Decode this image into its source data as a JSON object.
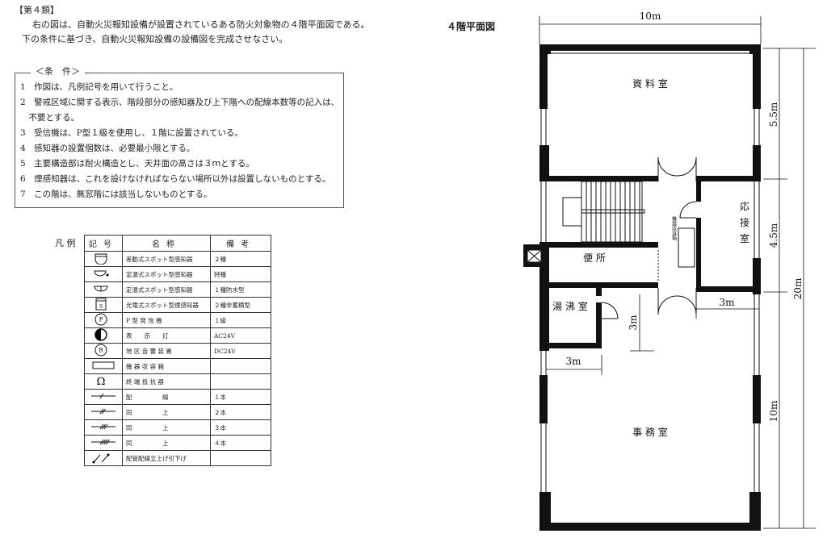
{
  "question": {
    "heading": "【第４類】",
    "line1": "右の図は、自動火災報知設備が設置されているある防火対象物の４階平面図である。",
    "line2": "下の条件に基づき、自動火災報知設備の設備図を完成させなさい。"
  },
  "conditions": {
    "title": "＜条　件＞",
    "items": [
      "1　作図は、凡例記号を用いて行うこと。",
      "2　警戒区域に関する表示、階段部分の感知器及び上下階への配線本数等の記入は、",
      "　不要とする。",
      "3　受信機は、P型１級を使用し、１階に設置されている。",
      "4　感知器の設置個数は、必要最小限とする。",
      "5　主要構造部は耐火構造とし、天井面の高さは３ｍとする。",
      "6　煙感知器は、これを設けなければならない場所以外は設置しないものとする。",
      "7　この階は、無窓階には該当しないものとする。"
    ]
  },
  "legend": {
    "label": "凡 例",
    "headers": [
      "記号",
      "名称",
      "備考"
    ],
    "rows": [
      {
        "icon": "differential-spot-detector-icon",
        "name": "差動式スポット型感知器",
        "note": "２種"
      },
      {
        "icon": "fixed-temp-spot-detector-icon",
        "name": "定温式スポット型感知器",
        "note": "特種"
      },
      {
        "icon": "fixed-temp-waterproof-detector-icon",
        "name": "定温式スポット型感知器",
        "note": "１種防水型"
      },
      {
        "icon": "photoelectric-smoke-detector-icon",
        "name": "光電式スポット型煙感知器",
        "note": "２種非蓄積型"
      },
      {
        "icon": "p-type-manual-alarm-icon",
        "name": "P 型 発 信 機",
        "note": "１級"
      },
      {
        "icon": "indicator-lamp-icon",
        "name": "表　　示　　灯",
        "note": "AC24V"
      },
      {
        "icon": "area-bell-icon",
        "name": "地 区 音 響 装 置",
        "note": "DC24V"
      },
      {
        "icon": "equipment-box-icon",
        "name": "機 器 収 容 箱",
        "note": ""
      },
      {
        "icon": "terminal-resistor-icon",
        "name": "終 端 抵 抗 器",
        "note": ""
      },
      {
        "icon": "wiring-1-icon",
        "name": "配　　　　　線",
        "note": "１本"
      },
      {
        "icon": "wiring-2-icon",
        "name": "同　　　　　上",
        "note": "２本"
      },
      {
        "icon": "wiring-3-icon",
        "name": "同　　　　　上",
        "note": "３本"
      },
      {
        "icon": "wiring-4-icon",
        "name": "同　　　　　上",
        "note": "４本"
      },
      {
        "icon": "riser-icon",
        "name": "配管配線立上げ引下げ",
        "note": ""
      }
    ]
  },
  "plan": {
    "title": "４階平面図",
    "rooms": {
      "archive": "資 料 室",
      "reception": [
        "応",
        "接",
        "室"
      ],
      "toilet": "便 所",
      "kitchen": "湯 沸 室",
      "office": "事 務 室",
      "box": "機器収容箱"
    },
    "dims": {
      "width": "10m",
      "d1": "5.5m",
      "d2": "4.5m",
      "d3": "10m",
      "total": "20m",
      "reception_w": "3m",
      "kitchen_h": "3m",
      "kitchen_w": "3m"
    }
  }
}
